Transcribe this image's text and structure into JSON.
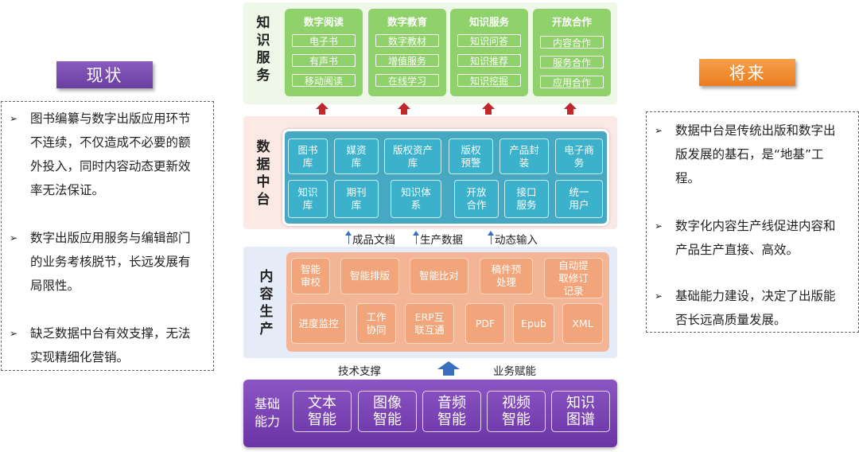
{
  "left": {
    "tag": "现状",
    "bullets": [
      {
        "lines": [
          "图书编纂与数字出版应用环节",
          "不连续，不仅造成不必要的额",
          "外投入，同时内容动态更新效",
          "率无法保证。"
        ]
      },
      {
        "lines": [
          "数字出版应用服务与编辑部门",
          "的业务考核脱节，长远发展有",
          "局限性。"
        ]
      },
      {
        "lines": [
          "缺乏数据中台有效支撑，无法",
          "实现精细化营销。"
        ]
      }
    ]
  },
  "right": {
    "tag": "将来",
    "bullets": [
      {
        "lines": [
          "数据中台是传统出版和数字出",
          "版发展的基石，是“地基”工",
          "程。"
        ]
      },
      {
        "lines": [
          "数字化内容生产线促进内容和",
          "产品生产直接、高效。"
        ]
      },
      {
        "lines": [
          "基础能力建设，决定了出版能",
          "否长远高质量发展。"
        ]
      }
    ]
  },
  "knowledge_service": {
    "label": [
      "知",
      "识",
      "服",
      "务"
    ],
    "cards": [
      {
        "title": "数字阅读",
        "items": [
          "电子书",
          "有声书",
          "移动阅读"
        ]
      },
      {
        "title": "数字教育",
        "items": [
          "数字教材",
          "增值服务",
          "在线学习"
        ]
      },
      {
        "title": "知识服务",
        "items": [
          "知识问答",
          "知识推荐",
          "知识挖掘"
        ]
      },
      {
        "title": "开放合作",
        "items": [
          "内容合作",
          "服务合作",
          "应用合作"
        ]
      }
    ]
  },
  "data_platform": {
    "label": [
      "数",
      "据",
      "中",
      "台"
    ],
    "row1": [
      [
        "图书",
        "库"
      ],
      [
        "媒资",
        "库"
      ],
      [
        "版权资产",
        "库"
      ],
      [
        "版权",
        "预警"
      ],
      [
        "产品封",
        "装"
      ],
      [
        "电子商",
        "务"
      ]
    ],
    "row2": [
      [
        "知识",
        "库"
      ],
      [
        "期刊",
        "库"
      ],
      [
        "知识体",
        "系"
      ],
      [
        "开放",
        "合作"
      ],
      [
        "接口",
        "服务"
      ],
      [
        "统一",
        "用户"
      ]
    ]
  },
  "flows_mid": [
    "成品文档",
    "生产数据",
    "动态输入"
  ],
  "content_production": {
    "label": [
      "内",
      "容",
      "生",
      "产"
    ],
    "row1": [
      [
        "智能",
        "审校"
      ],
      [
        "智能排版"
      ],
      [
        "智能比对"
      ],
      [
        "稿件预",
        "处理"
      ],
      [
        "自动提",
        "取修订",
        "记录"
      ]
    ],
    "row2": [
      [
        "进度监控"
      ],
      [
        "工作",
        "协同"
      ],
      [
        "ERP互",
        "联互通"
      ],
      [
        "PDF"
      ],
      [
        "Epub"
      ],
      [
        "XML"
      ]
    ]
  },
  "flows_bottom": {
    "left": "技术支撑",
    "right": "业务赋能"
  },
  "basic_capability": {
    "label": [
      "基础",
      "能力"
    ],
    "items": [
      [
        "文本",
        "智能"
      ],
      [
        "图像",
        "智能"
      ],
      [
        "音频",
        "智能"
      ],
      [
        "视频",
        "智能"
      ],
      [
        "知识",
        "图谱"
      ]
    ]
  },
  "colors": {
    "purple": "#7a3fb0",
    "orange": "#f08a2a",
    "green": "#8fd16a",
    "teal": "#3bb1cc",
    "salmon": "#f2a47a",
    "red_arrow": "#c0292b",
    "blue_arrow": "#3a6fc0"
  }
}
